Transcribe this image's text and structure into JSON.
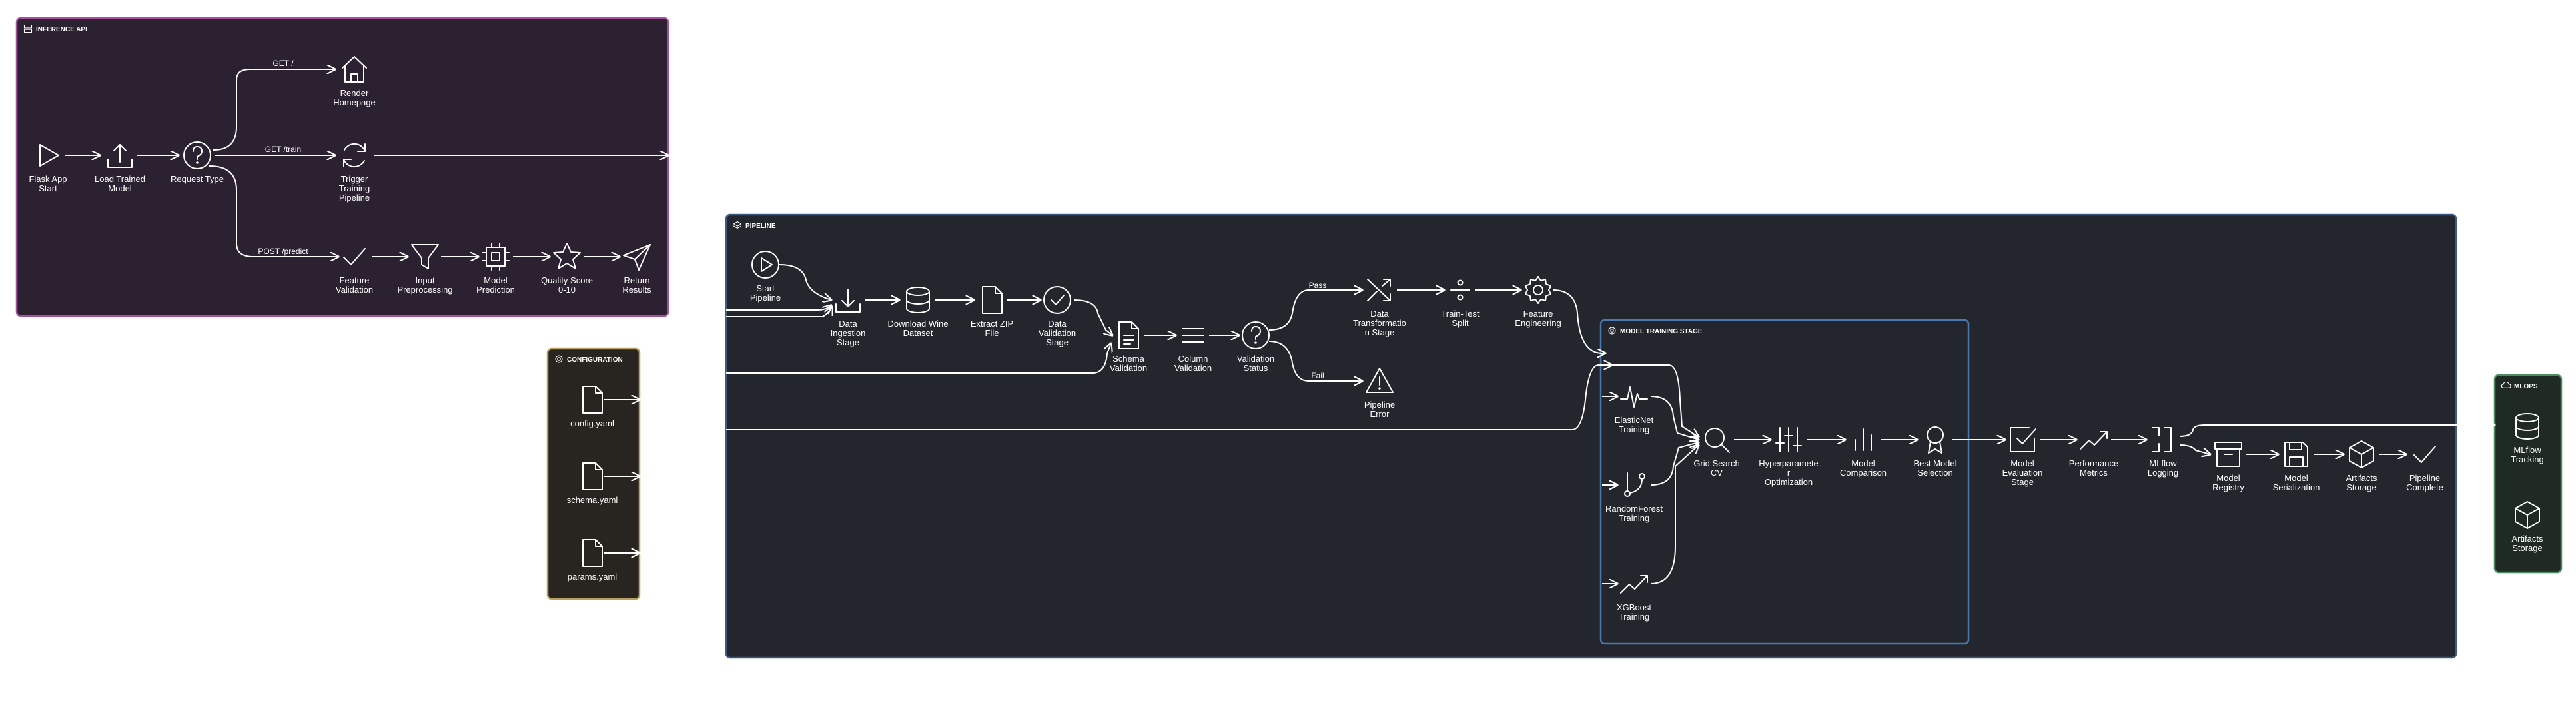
{
  "groups": {
    "inference": {
      "title": "INFERENCE API",
      "fill": "#2c2130",
      "stroke": "#a54f9f",
      "icon": "server-icon"
    },
    "config": {
      "title": "CONFIGURATION",
      "fill": "#28241f",
      "stroke": "#b9a164",
      "icon": "gear-icon"
    },
    "pipeline": {
      "title": "PIPELINE",
      "fill": "#23262d",
      "stroke": "#3d5a80",
      "icon": "layers-icon"
    },
    "training": {
      "title": "MODEL TRAINING STAGE",
      "fill": "#23262d",
      "stroke": "#4a78b0",
      "icon": "gear-icon"
    },
    "mlops": {
      "title": "MLOPS",
      "fill": "#1f2a24",
      "stroke": "#4d8c5f",
      "icon": "cloud-icon"
    }
  },
  "nodes": {
    "flask_start": {
      "label": "Flask App Start",
      "icon": "play-icon"
    },
    "load_model": {
      "label": "Load Trained Model",
      "icon": "upload-icon"
    },
    "request_type": {
      "label": "Request Type",
      "icon": "question-icon"
    },
    "render_home": {
      "label": "Render Homepage",
      "icon": "home-icon"
    },
    "trigger_training": {
      "label": "Trigger Training Pipeline",
      "icon": "refresh-icon"
    },
    "feature_validation": {
      "label": "Feature Validation",
      "icon": "check-icon"
    },
    "input_preprocessing": {
      "label": "Input Preprocessing",
      "icon": "filter-icon"
    },
    "model_prediction": {
      "label": "Model Prediction",
      "icon": "chip-icon"
    },
    "quality_score": {
      "label": "Quality Score 0-10",
      "icon": "star-icon"
    },
    "return_results": {
      "label": "Return Results",
      "icon": "send-icon"
    },
    "config_yaml": {
      "label": "config.yaml",
      "icon": "file-icon"
    },
    "schema_yaml": {
      "label": "schema.yaml",
      "icon": "file-icon"
    },
    "params_yaml": {
      "label": "params.yaml",
      "icon": "file-icon"
    },
    "start_pipeline": {
      "label": "Start Pipeline",
      "icon": "play-circle-icon"
    },
    "data_ingestion": {
      "label": "Data Ingestion Stage",
      "icon": "download-icon"
    },
    "download_dataset": {
      "label": "Download Wine Dataset",
      "icon": "database-icon"
    },
    "extract_zip": {
      "label": "Extract ZIP File",
      "icon": "file-icon"
    },
    "data_validation": {
      "label": "Data Validation Stage",
      "icon": "check-circle-icon"
    },
    "schema_validation": {
      "label": "Schema Validation",
      "icon": "document-icon"
    },
    "column_validation": {
      "label": "Column Validation",
      "icon": "list-icon"
    },
    "validation_status": {
      "label": "Validation Status",
      "icon": "question-icon"
    },
    "data_transformation": {
      "label": "Data Transformation Stage",
      "icon": "shuffle-icon"
    },
    "pipeline_error": {
      "label": "Pipeline Error",
      "icon": "warning-icon"
    },
    "train_test_split": {
      "label": "Train-Test Split",
      "icon": "divide-icon"
    },
    "feature_engineering": {
      "label": "Feature Engineering",
      "icon": "cog-icon"
    },
    "elasticnet": {
      "label": "ElasticNet Training",
      "icon": "pulse-icon"
    },
    "randomforest": {
      "label": "RandomForest Training",
      "icon": "branch-icon"
    },
    "xgboost": {
      "label": "XGBoost Training",
      "icon": "trend-icon"
    },
    "grid_search": {
      "label": "Grid Search CV",
      "icon": "search-icon"
    },
    "hyperparameter": {
      "label": "Hyperparameter Optimization",
      "icon": "sliders-icon"
    },
    "model_comparison": {
      "label": "Model Comparison",
      "icon": "bars-icon"
    },
    "best_model": {
      "label": "Best Model Selection",
      "icon": "award-icon"
    },
    "model_evaluation": {
      "label": "Model Evaluation Stage",
      "icon": "check-square-icon"
    },
    "performance_metrics": {
      "label": "Performance Metrics",
      "icon": "trend-icon"
    },
    "mlflow_logging": {
      "label": "MLflow Logging",
      "icon": "bracket-icon"
    },
    "model_registry": {
      "label": "Model Registry",
      "icon": "archive-icon"
    },
    "model_serialization": {
      "label": "Model Serialization",
      "icon": "save-icon"
    },
    "artifacts_storage": {
      "label": "Artifacts Storage",
      "icon": "box-icon"
    },
    "pipeline_complete": {
      "label": "Pipeline Complete",
      "icon": "check-icon"
    },
    "mlflow_tracking": {
      "label": "MLflow Tracking",
      "icon": "database-icon"
    },
    "mlops_artifacts": {
      "label": "Artifacts Storage",
      "icon": "box-icon"
    }
  },
  "edges": {
    "get_root": "GET /",
    "get_train": "GET /train",
    "post_predict": "POST /predict",
    "pass": "Pass",
    "fail": "Fail"
  }
}
